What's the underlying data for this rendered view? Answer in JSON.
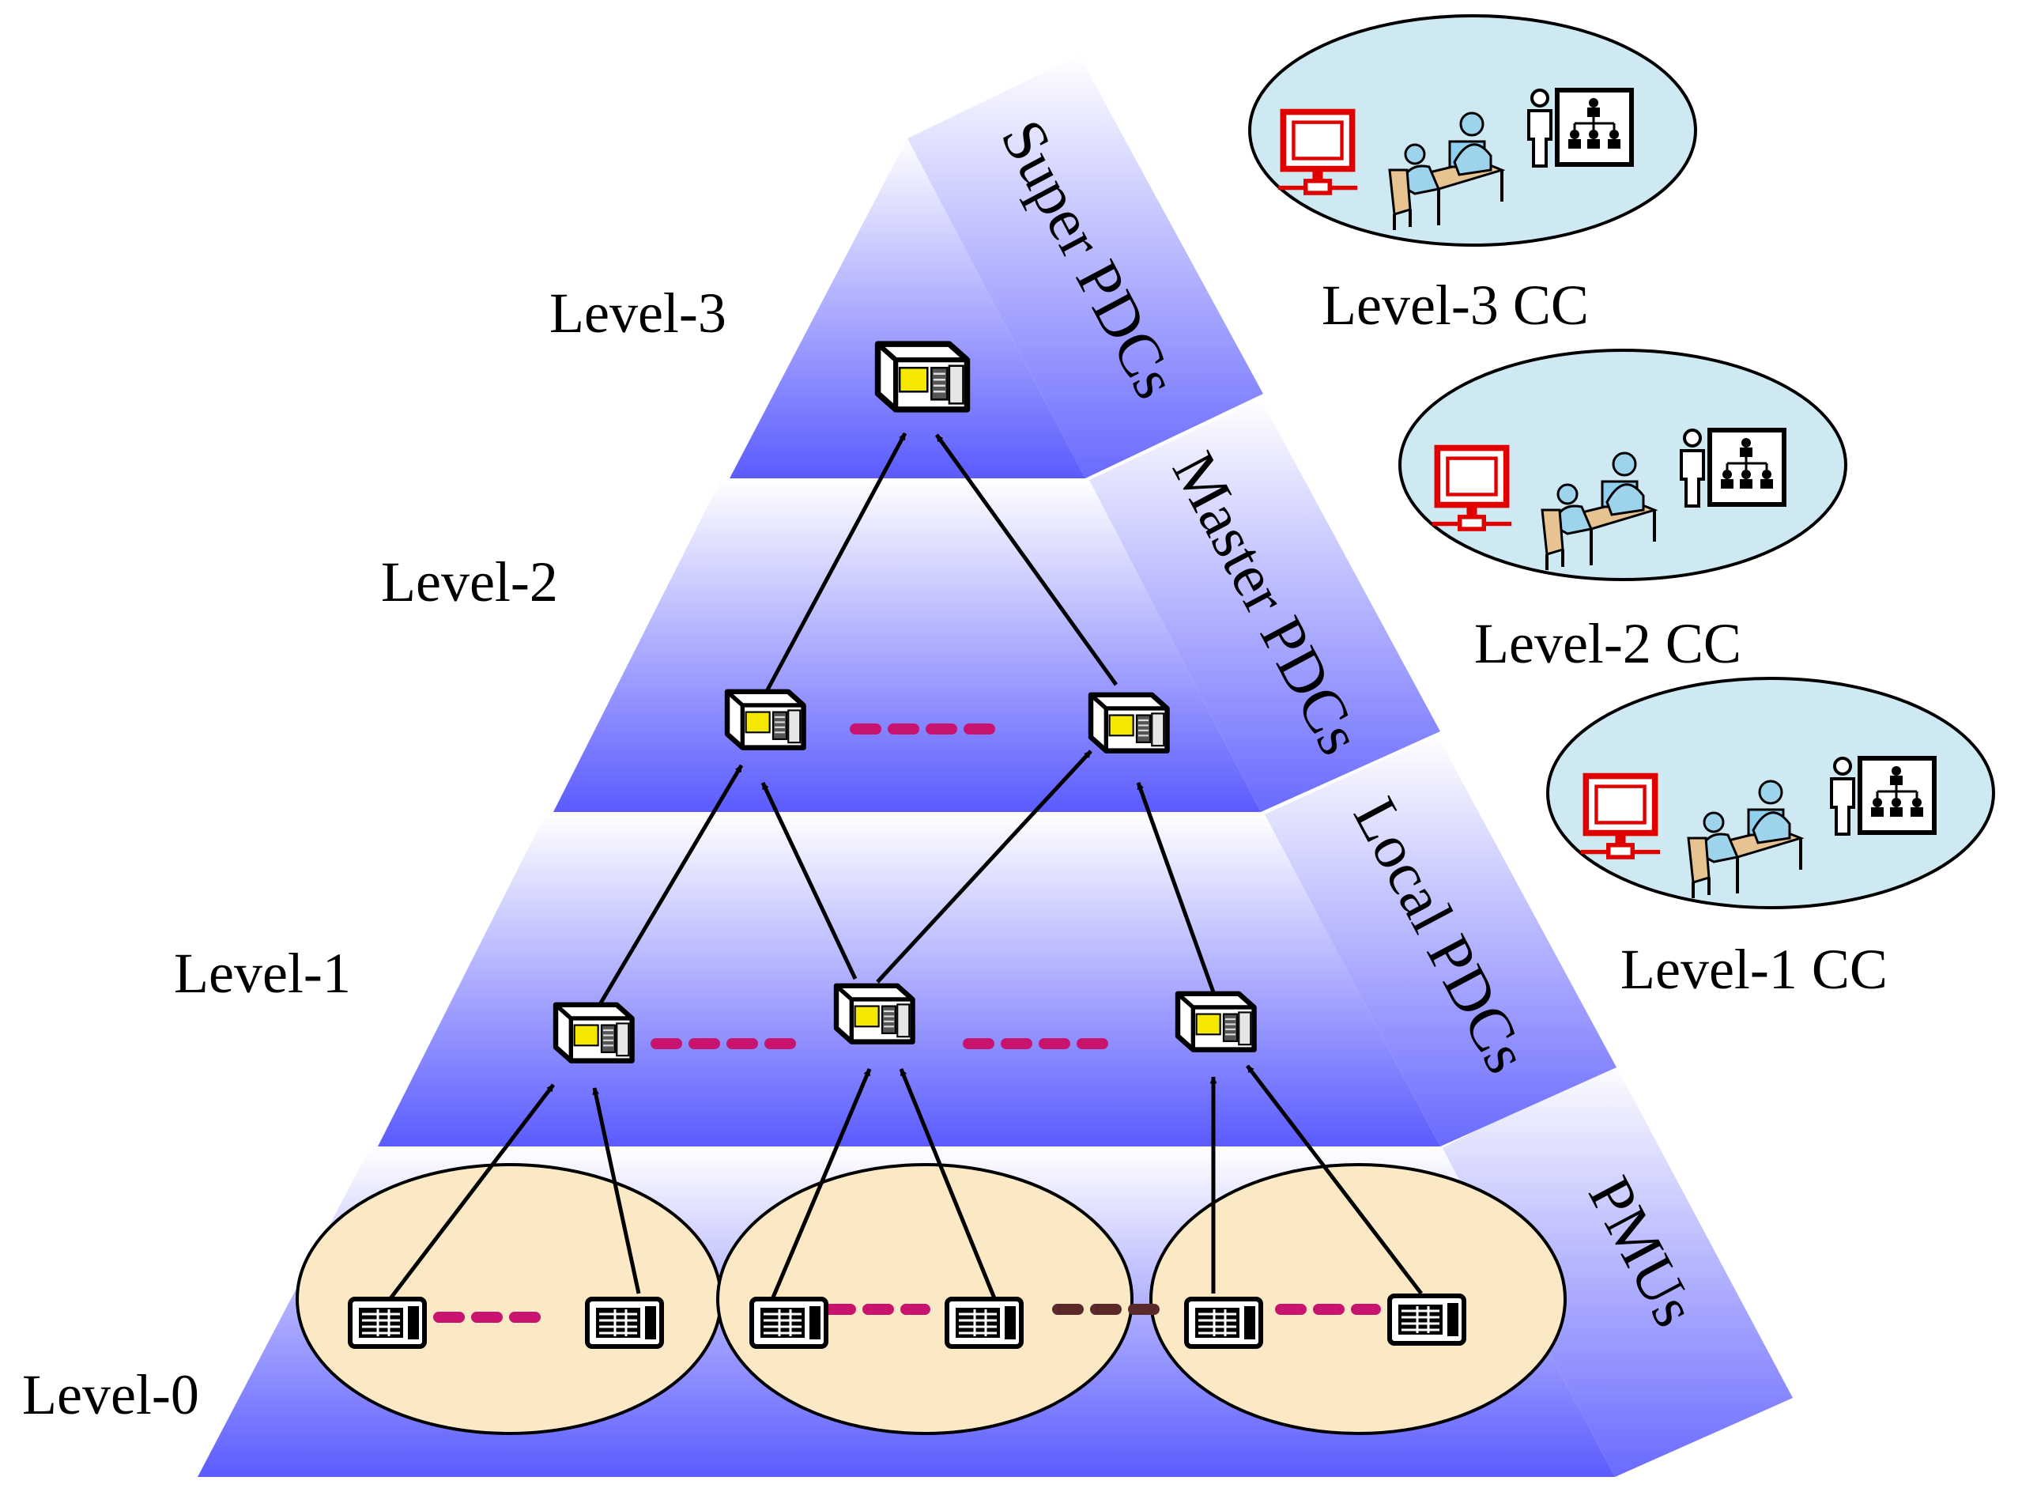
{
  "levels": {
    "level3": "Level-3",
    "level2": "Level-2",
    "level1": "Level-1",
    "level0": "Level-0"
  },
  "side_labels": {
    "super": "Super PDCs",
    "master": "Master PDCs",
    "local": "Local PDCs",
    "pmus": "PMUs"
  },
  "control_centers": {
    "cc3": "Level-3 CC",
    "cc2": "Level-2 CC",
    "cc1": "Level-1 CC"
  },
  "colors": {
    "tier_front_top": "#ffffff",
    "tier_front_bottom": "#5b5bff",
    "link_dash": "#c8146e",
    "link_dash_dark": "#5a2a2a",
    "pmu_group_fill": "#fbe9c6",
    "cc_ellipse_fill": "#cfe9f3",
    "monitor_red": "#e00000"
  },
  "icons": {
    "pdc": "pdc-server-icon",
    "pmu": "pmu-device-icon",
    "monitor": "monitor-icon",
    "operator": "operator-desk-icon",
    "hierarchy": "org-chart-icon"
  }
}
